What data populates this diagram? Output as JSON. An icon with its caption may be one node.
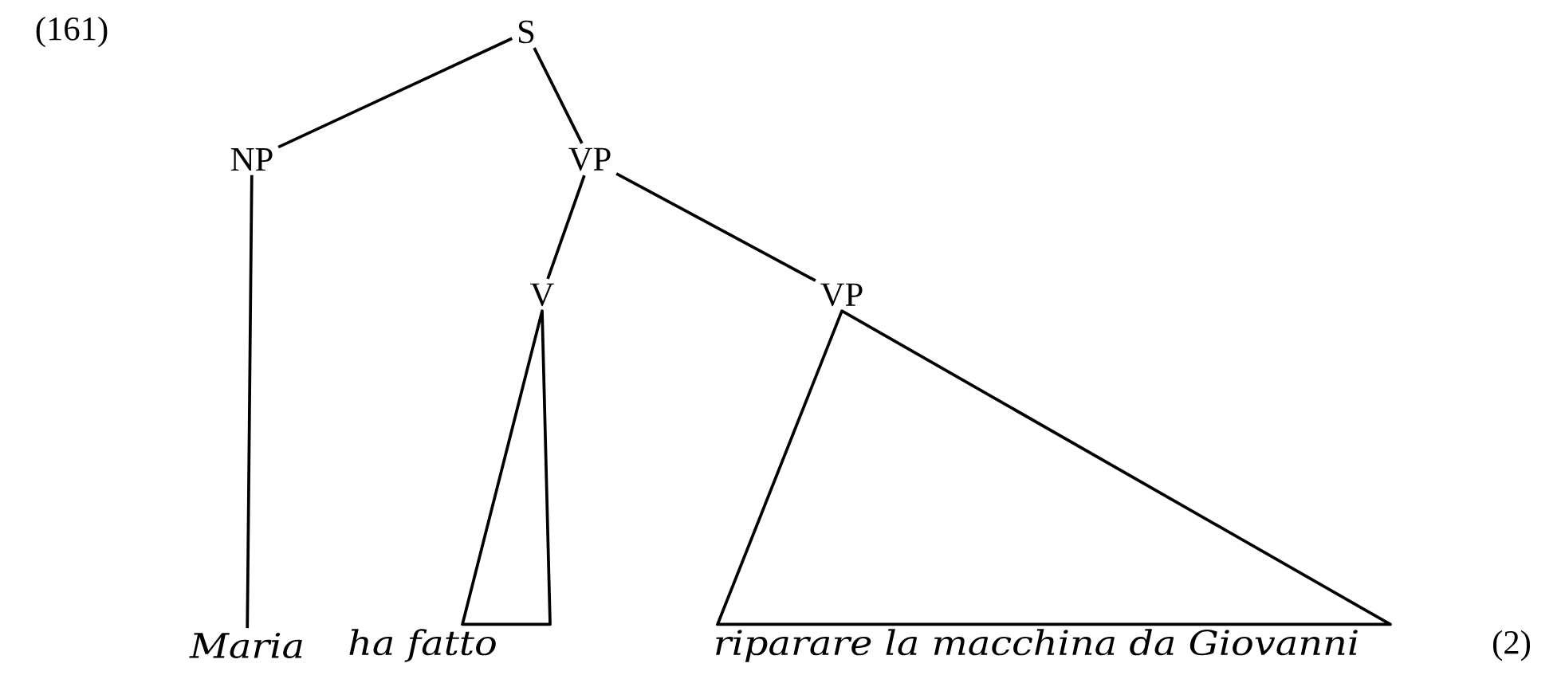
{
  "diagram": {
    "nodes": [
      {
        "text": [
          "S"
        ]
      },
      {
        "text": [
          "NP"
        ]
      },
      {
        "text": [
          "VP"
        ]
      },
      {
        "text": [
          "V"
        ]
      },
      {
        "text": [
          "VP"
        ]
      },
      {
        "text": [
          "Maria"
        ]
      },
      {
        "text": [
          "ha fatto"
        ]
      },
      {
        "text": [
          "riparare la macchina da Giovanni"
        ]
      }
    ],
    "edges": [
      {
        "from": 0,
        "to": 1,
        "arrow": "none"
      },
      {
        "from": 0,
        "to": 2,
        "arrow": "none"
      },
      {
        "from": 1,
        "to": 5,
        "arrow": "none"
      },
      {
        "from": 2,
        "to": 3,
        "arrow": "none"
      },
      {
        "from": 2,
        "to": 4,
        "arrow": "none"
      },
      {
        "from": 3,
        "to": 6,
        "arrow": "none"
      },
      {
        "from": 4,
        "to": 7,
        "arrow": "none"
      }
    ],
    "labels": [
      "(161)",
      "(2)"
    ]
  }
}
